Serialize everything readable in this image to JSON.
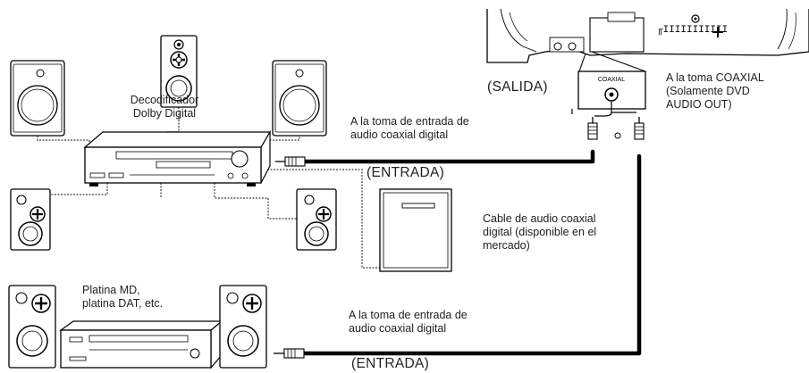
{
  "labels": {
    "decoder": "Decodificador\nDolby Digital",
    "input_note_top": "A la toma de entrada de\naudio coaxial digital",
    "output": "(SALIDA)",
    "coaxial_jack": "COAXIAL",
    "coaxial_note": "A la toma COAXIAL\n(Solamente DVD\nAUDIO OUT)",
    "input_top": "(ENTRADA)",
    "cable_note": "Cable de audio coaxial\ndigital (disponible en el\nmercado)",
    "md_deck": "Platina MD,\nplatina DAT, etc.",
    "input_note_bottom": "A la toma de entrada de\naudio coaxial digital",
    "input_bottom": "(ENTRADA)"
  }
}
